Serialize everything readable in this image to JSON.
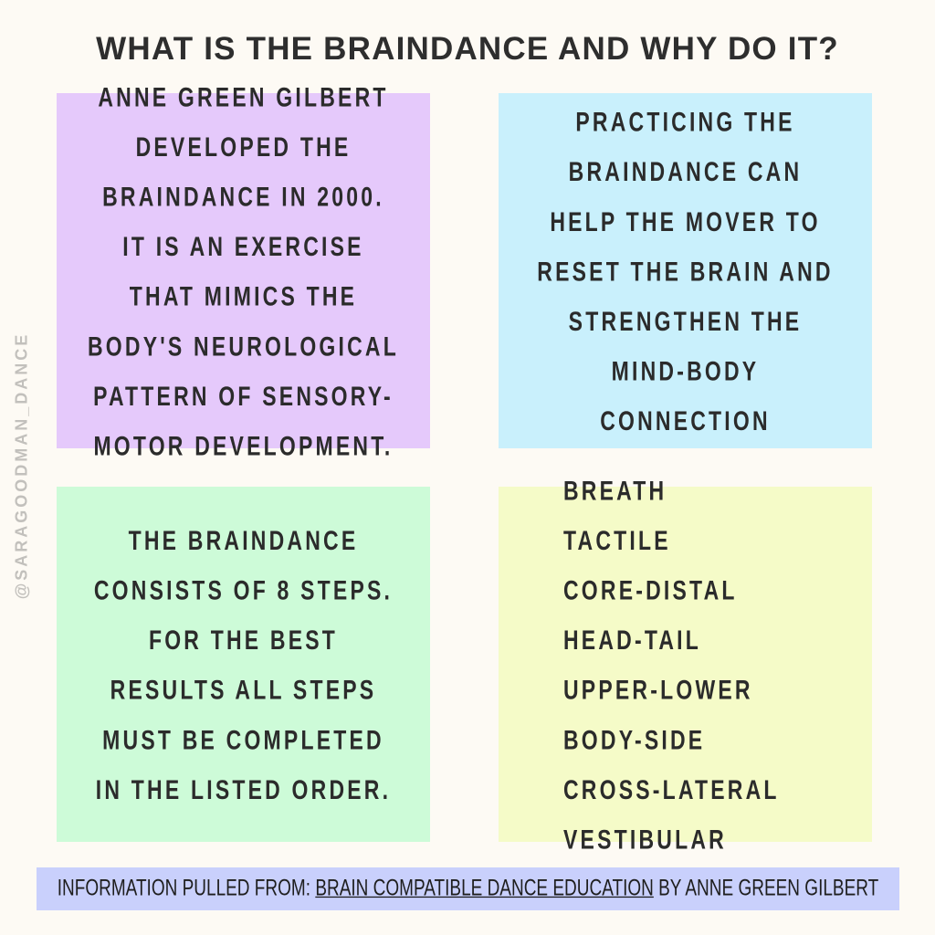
{
  "title": "WHAT IS THE BRAINDANCE AND WHY DO IT?",
  "watermark": "@SARAGOODMAN_DANCE",
  "boxes": {
    "history": [
      "ANNE GREEN GILBERT",
      "DEVELOPED THE",
      "BRAINDANCE IN 2000.",
      "IT IS AN EXERCISE",
      "THAT MIMICS THE",
      "BODY'S NEUROLOGICAL",
      "PATTERN OF SENSORY-",
      "MOTOR DEVELOPMENT."
    ],
    "benefits": [
      "PRACTICING THE",
      "BRAINDANCE CAN",
      "HELP THE MOVER TO",
      "RESET THE BRAIN AND",
      "STRENGTHEN THE",
      "MIND-BODY",
      "CONNECTION"
    ],
    "steps_info": [
      "THE BRAINDANCE",
      "CONSISTS OF 8 STEPS.",
      "FOR THE BEST",
      "RESULTS ALL STEPS",
      "MUST BE COMPLETED",
      "IN THE LISTED ORDER."
    ],
    "steps": [
      "BREATH",
      "TACTILE",
      "CORE-DISTAL",
      "HEAD-TAIL",
      "UPPER-LOWER",
      "BODY-SIDE",
      "CROSS-LATERAL",
      "VESTIBULAR"
    ]
  },
  "footer": {
    "prefix": "INFORMATION PULLED FROM: ",
    "book": "BRAIN COMPATIBLE DANCE EDUCATION",
    "suffix": " BY ANNE GREEN GILBERT"
  }
}
